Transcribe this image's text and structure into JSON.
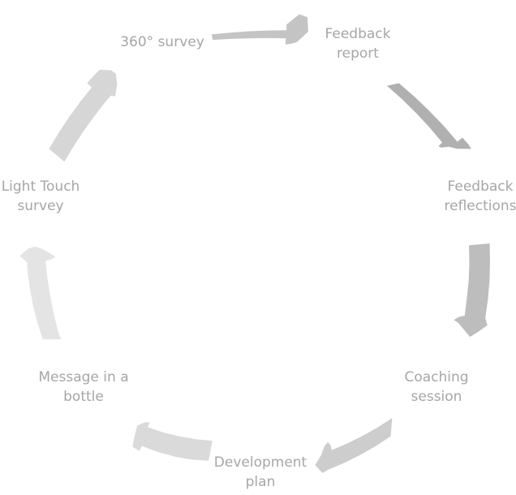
{
  "cycle": {
    "steps": [
      {
        "id": "survey-360",
        "lines": [
          "360° survey"
        ]
      },
      {
        "id": "feedback-report",
        "lines": [
          "Feedback",
          "report"
        ]
      },
      {
        "id": "feedback-reflections",
        "lines": [
          "Feedback",
          "reflections"
        ]
      },
      {
        "id": "coaching-session",
        "lines": [
          "Coaching",
          "session"
        ]
      },
      {
        "id": "development-plan",
        "lines": [
          "Development",
          "plan"
        ]
      },
      {
        "id": "message-in-a-bottle",
        "lines": [
          "Message in a",
          "bottle"
        ]
      },
      {
        "id": "light-touch-survey",
        "lines": [
          "Light Touch",
          "survey"
        ]
      }
    ],
    "arrow_colors": [
      "#c4c4c4",
      "#b0b0b0",
      "#bdbdbd",
      "#cdcdcd",
      "#dadada",
      "#e4e4e4",
      "#d6d6d6"
    ],
    "label_color": "#a6a6a6"
  }
}
